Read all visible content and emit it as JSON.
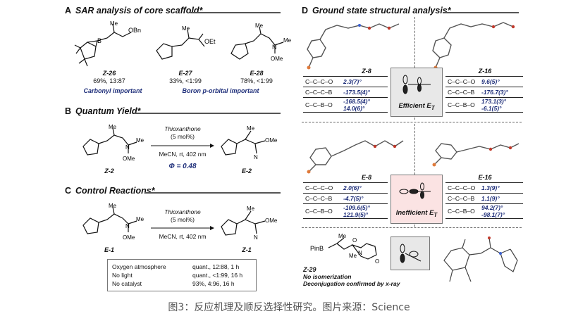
{
  "panels": {
    "A": {
      "letter": "A",
      "title": "SAR analysis of core scaffold*"
    },
    "B": {
      "letter": "B",
      "title": "Quantum Yield*"
    },
    "C": {
      "letter": "C",
      "title": "Control Reactions*"
    },
    "D": {
      "letter": "D",
      "title": "Ground state structural analysis*"
    }
  },
  "sar": {
    "compounds": [
      {
        "id": "Z-26",
        "result": "69%, 13:87",
        "label": "OBn"
      },
      {
        "id": "E-27",
        "result": "33%, <1:99",
        "label": "OEt"
      },
      {
        "id": "E-28",
        "result": "78%, <1:99",
        "label": "OMe"
      }
    ],
    "note_left": "Carbonyl important",
    "note_right": "Boron p-orbital important",
    "struct_labels": {
      "me": "Me",
      "b": "B",
      "o": "O",
      "n": "N"
    }
  },
  "quantum": {
    "reagent": "Thioxanthone",
    "loading": "(5 mol%)",
    "conditions": "MeCN, rt, 402 nm",
    "phi": "Φ = 0.48",
    "substrate": "Z-2",
    "product": "E-2"
  },
  "control": {
    "reagent": "Thioxanthone",
    "loading": "(5 mol%)",
    "conditions": "MeCN, rt, 402 nm",
    "substrate": "E-1",
    "product": "Z-1",
    "rows": [
      {
        "condition": "Oxygen atmosphere",
        "result": "quant., 12:88, 1 h"
      },
      {
        "condition": "No light",
        "result": "quant., <1:99, 16 h"
      },
      {
        "condition": "No catalyst",
        "result": "93%, 4:96, 16 h"
      }
    ]
  },
  "structural": {
    "tables": [
      {
        "compound": "Z-8",
        "rows": [
          [
            "C–C–C–O",
            "2.3(7)°"
          ],
          [
            "C–C–C–B",
            "-173.5(4)°"
          ],
          [
            "C–C–B–O",
            "-168.5(4)° 14.0(6)°"
          ]
        ]
      },
      {
        "compound": "Z-16",
        "rows": [
          [
            "C–C–C–O",
            "9.6(5)°"
          ],
          [
            "C–C–C–B",
            "-176.7(3)°"
          ],
          [
            "C–C–B–O",
            "173.1(3)° -6.1(5)°"
          ]
        ]
      },
      {
        "compound": "E-8",
        "rows": [
          [
            "C–C–C–O",
            "2.0(6)°"
          ],
          [
            "C–C–C–B",
            "-4.7(5)°"
          ],
          [
            "C–C–B–O",
            "-109.6(5)° 121.9(5)°"
          ]
        ]
      },
      {
        "compound": "E-16",
        "rows": [
          [
            "C–C–C–O",
            "1.3(9)°"
          ],
          [
            "C–C–C–B",
            "1.1(9)°"
          ],
          [
            "C–C–B–O",
            "94.2(7)° -98.1(7)°"
          ]
        ]
      }
    ],
    "efficient": "Efficient E",
    "inefficient": "Inefficient E",
    "subscript": "T",
    "z29": {
      "id": "Z-29",
      "prefix": "PinB",
      "note1": "No isomerization",
      "note2": "Deconjugation confirmed by x-ray"
    }
  },
  "caption": "图3：反应机理及顺反选择性研究。图片来源：Science",
  "colors": {
    "accent_blue": "#1f2f7a",
    "efficient_bg": "#e8e8e8",
    "inefficient_bg": "#fbe3e3",
    "rule": "#555555"
  }
}
